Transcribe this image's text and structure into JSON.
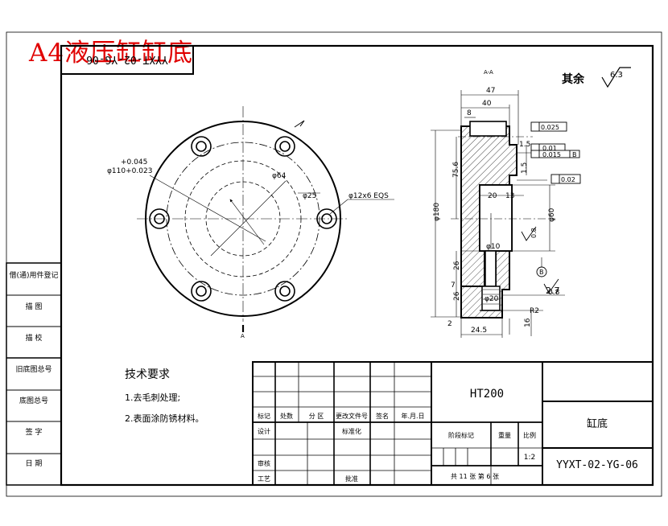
{
  "heading": "A4液压缸缸底",
  "drawing_no_rotated": "YYXT-02-YG-06",
  "roughness_rest_label": "其余",
  "roughness_rest_value": "6.3",
  "section_label": "A-A",
  "cut_label_a": "A",
  "front_dims": {
    "tol": "+0.045",
    "dia": "φ110+0.023",
    "d64": "φ64",
    "d25": "φ25",
    "holes": "φ12x6 EQS"
  },
  "section_dims": {
    "d47": "47",
    "d40": "40",
    "d8": "8",
    "d15": "1.5",
    "d756": "75.6",
    "d180": "φ180",
    "d20": "20",
    "d13": "13",
    "d60": "φ60",
    "d10": "φ10",
    "r08a": "0.8",
    "r08b": "0.8",
    "d26a": "26",
    "d7": "7",
    "d26b": "26",
    "d27": "2.7",
    "d20b": "φ20",
    "r2": "R2",
    "d245": "24.5",
    "d16": "16",
    "d2": "2",
    "d15b": "1.5",
    "datum_b": "B",
    "tol_f1": "0.025",
    "tol_f2": "0.01",
    "tol_f3": "0.015",
    "tol_f3_ref": "B",
    "tol_f4": "0.02"
  },
  "tech": {
    "title": "技术要求",
    "item1": "1.去毛刺处理;",
    "item2": "2.表面涂防锈材料。"
  },
  "left_strip": [
    "借(通)用件登记",
    "描 图",
    "描 校",
    "旧底图总号",
    "底图总号",
    "签 字",
    "日 期"
  ],
  "title_block": {
    "material": "HT200",
    "part_name": "缸底",
    "drawing_no": "YYXT-02-YG-06",
    "scale": "1:2",
    "header_cols": [
      "标记",
      "处数",
      "分 区",
      "更改文件号",
      "签名",
      "年.月.日"
    ],
    "row_design": "设计",
    "row_std": "标准化",
    "row_review": "审核",
    "row_process": "工艺",
    "row_approve": "批准",
    "stage_mark": "阶段标记",
    "weight": "重量",
    "ratio": "比例",
    "sheets": "共 11 张 第 6 张"
  }
}
